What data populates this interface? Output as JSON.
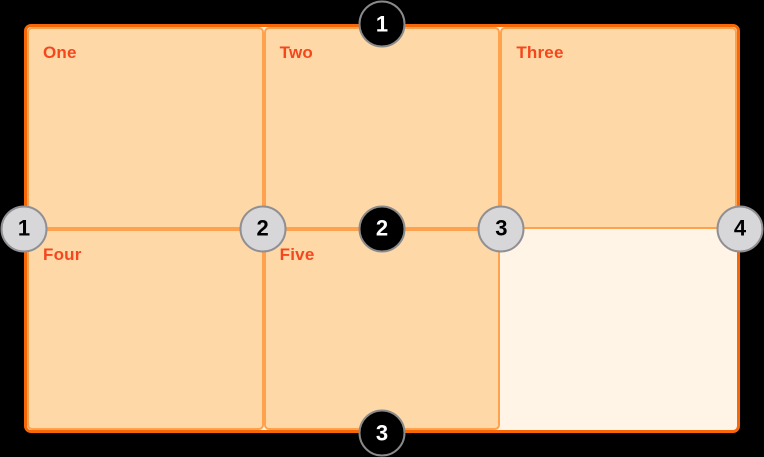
{
  "colors": {
    "page_background": "#000000",
    "container_background": "#fff4e6",
    "container_border": "#f76707",
    "cell_background": "#ffd8a8",
    "cell_border": "#ffa14d",
    "label_text": "#f5471d",
    "column_marker_background": "#d7d7d9",
    "column_marker_border": "#909094",
    "column_marker_text": "#000000",
    "row_marker_background": "#000000",
    "row_marker_border": "#8a8a8a",
    "row_marker_text": "#ffffff"
  },
  "grid": {
    "cells": [
      {
        "label": "One"
      },
      {
        "label": "Two"
      },
      {
        "label": "Three"
      },
      {
        "label": "Four"
      },
      {
        "label": "Five"
      }
    ]
  },
  "markers": {
    "column_lines": [
      "1",
      "2",
      "3",
      "4"
    ],
    "row_lines": [
      "1",
      "2",
      "3"
    ]
  }
}
